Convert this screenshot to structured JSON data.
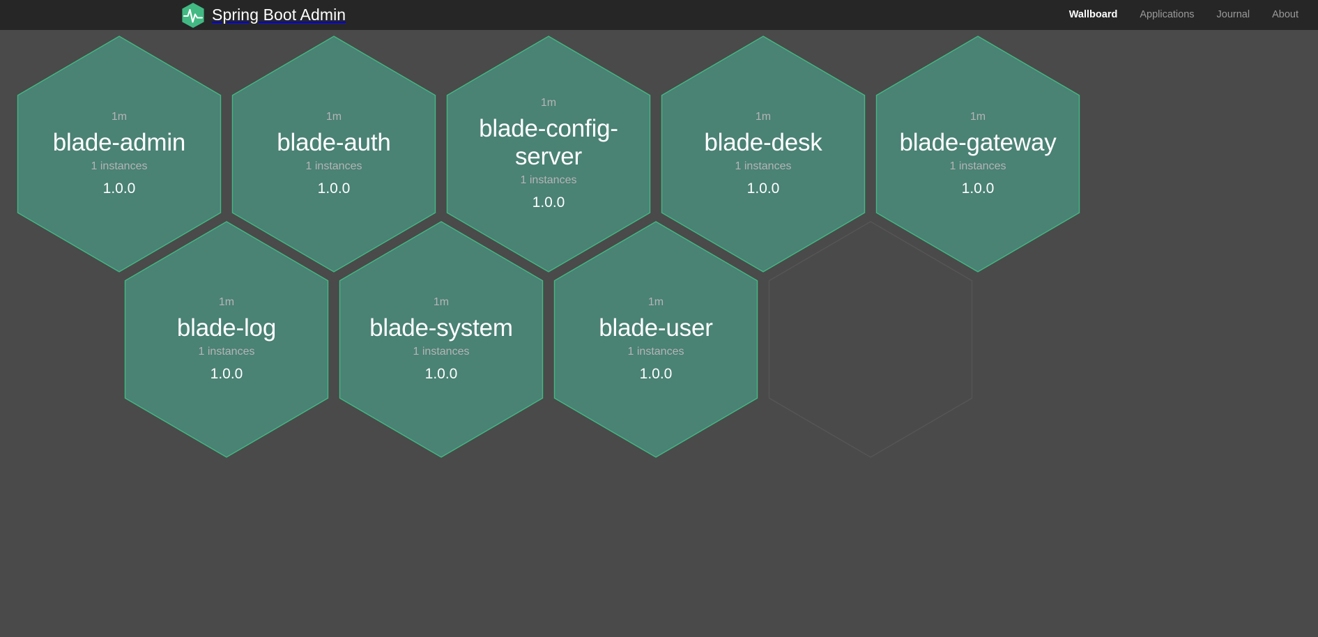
{
  "header": {
    "logo_icon": "spring-boot-admin-hexagon-pulse-logo",
    "title": "Spring Boot Admin",
    "brand_color": "#42b983",
    "bar_color": "#262626",
    "nav": [
      {
        "label": "Wallboard",
        "active": true
      },
      {
        "label": "Applications",
        "active": false
      },
      {
        "label": "Journal",
        "active": false
      },
      {
        "label": "About",
        "active": false
      }
    ]
  },
  "wallboard": {
    "background_color": "#4a4a4a",
    "hex_fill_color": "#4a8274",
    "hex_border_color": "#42b983",
    "empty_hex_border_color": "#565656",
    "applications": [
      {
        "uptime": "1m",
        "name": "blade-admin",
        "instances": "1 instances",
        "version": "1.0.0",
        "status": "UP",
        "empty": false
      },
      {
        "uptime": "1m",
        "name": "blade-auth",
        "instances": "1 instances",
        "version": "1.0.0",
        "status": "UP",
        "empty": false
      },
      {
        "uptime": "1m",
        "name": "blade-config-server",
        "instances": "1 instances",
        "version": "1.0.0",
        "status": "UP",
        "empty": false
      },
      {
        "uptime": "1m",
        "name": "blade-desk",
        "instances": "1 instances",
        "version": "1.0.0",
        "status": "UP",
        "empty": false
      },
      {
        "uptime": "1m",
        "name": "blade-gateway",
        "instances": "1 instances",
        "version": "1.0.0",
        "status": "UP",
        "empty": false
      },
      {
        "uptime": "1m",
        "name": "blade-log",
        "instances": "1 instances",
        "version": "1.0.0",
        "status": "UP",
        "empty": false
      },
      {
        "uptime": "1m",
        "name": "blade-system",
        "instances": "1 instances",
        "version": "1.0.0",
        "status": "UP",
        "empty": false
      },
      {
        "uptime": "1m",
        "name": "blade-user",
        "instances": "1 instances",
        "version": "1.0.0",
        "status": "UP",
        "empty": false
      },
      {
        "uptime": "",
        "name": "",
        "instances": "",
        "version": "",
        "status": "",
        "empty": true
      }
    ]
  }
}
